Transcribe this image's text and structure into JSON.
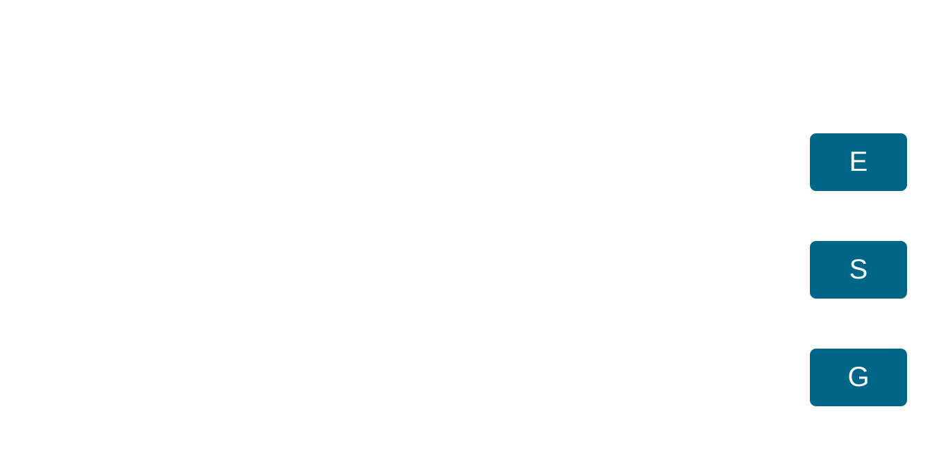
{
  "theme": {
    "button_color": "#006687",
    "button_text_color": "#ffffff",
    "background": "#ffffff"
  },
  "side_buttons": [
    {
      "label": "E"
    },
    {
      "label": "S"
    },
    {
      "label": "G"
    }
  ]
}
